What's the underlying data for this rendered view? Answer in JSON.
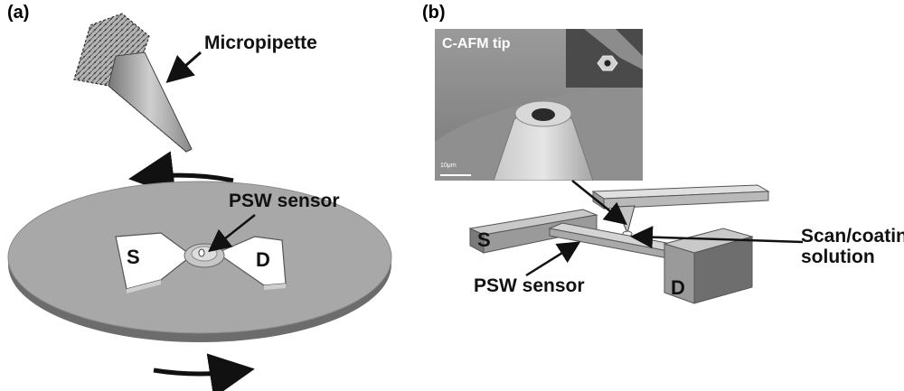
{
  "panels": {
    "a": {
      "label": "(a)",
      "micropipette_label": "Micropipette",
      "sensor_label": "PSW sensor",
      "source_label": "S",
      "drain_label": "D"
    },
    "b": {
      "label": "(b)",
      "tip_label": "C-AFM tip",
      "scale_bar_label": "10μm",
      "sensor_label": "PSW sensor",
      "solution_label_line1": "Scan/coating",
      "solution_label_line2": "solution",
      "source_label": "S",
      "drain_label": "D"
    }
  },
  "colors": {
    "disk_top": "#a8a8a8",
    "disk_edge": "#6c6c6c",
    "sem_background": "#8a8a8a",
    "bar_light": "#d0d0d0",
    "bar_dark": "#6e6e6e",
    "arrow": "#111111"
  }
}
